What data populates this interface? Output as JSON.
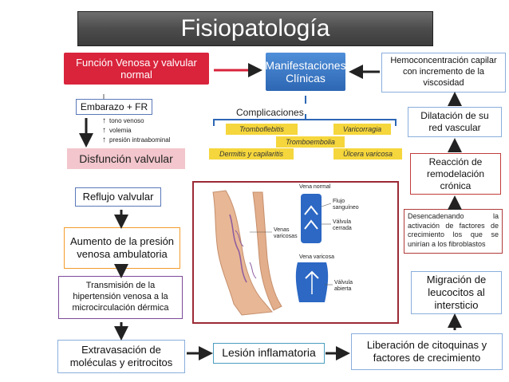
{
  "title": "Fisiopatología",
  "left": {
    "funcion": "Función Venosa y valvular normal",
    "embarazo": "Embarazo + FR",
    "factors": [
      "tono venoso",
      "volemia",
      "presión intraabominal"
    ],
    "disfuncion": "Disfunción valvular",
    "reflujo": "Reflujo valvular",
    "aumento": "Aumento de la presión venosa ambulatoria",
    "transmision": "Transmisión de la hipertensión venosa a la microcirculación dérmica",
    "extravasacion": "Extravasación de moléculas y eritrocitos"
  },
  "center": {
    "manifestaciones": "Manifestaciones Clínicas",
    "complicaciones": "Complicaciones",
    "tags": {
      "tromboflebitis": "Tromboflebitis",
      "varicorragia": "Varicorragia",
      "tromboembolia": "Tromboembolia",
      "dermitis": "Dermitis y capilaritis",
      "ulcera": "Úlcera varicosa"
    },
    "illustration": {
      "vena_normal": "Vena normal",
      "flujo": "Flujo sanguíneo",
      "valvula_cerrada": "Válvula cerrada",
      "venas_varicosas": "Venas varicosas",
      "vena_varicosa": "Vena varicosa",
      "valvula_abierta": "Válvula abierta"
    },
    "lesion": "Lesión inflamatoria"
  },
  "right": {
    "hemoconcentracion": "Hemoconcentración capilar con incremento de la viscosidad",
    "dilatacion": "Dilatación de su red vascular",
    "reaccion": "Reacción de remodelación crónica",
    "desencadenando": "Desencadenando la activación de factores de crecimiento los que se unirían a los fibroblastos",
    "migracion": "Migración de leucocitos al intersticio",
    "liberacion": "Liberación de citoquinas y factores de crecimiento"
  },
  "colors": {
    "title_bg": "#4c4c4c",
    "red": "#d9243c",
    "blue": "#2d67b4",
    "pink": "#f2c6cc",
    "yellow": "#f5d63c",
    "arrow": "#222222"
  }
}
